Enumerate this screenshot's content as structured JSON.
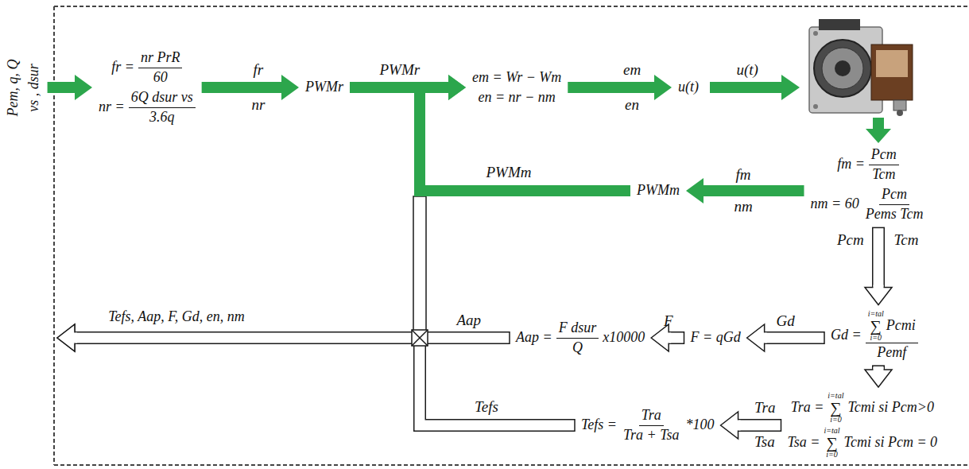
{
  "diagram": {
    "nodes": [
      {
        "text": [
          "Pem, q, Q",
          "vs , dsur"
        ]
      },
      {
        "text": [
          "fr =",
          "nr PrR",
          "60",
          "nr =",
          "6Q dsur vs",
          "3.6q"
        ]
      },
      {
        "text": [
          "PWMr"
        ]
      },
      {
        "text": [
          "em = Wr − Wm",
          "en = nr − nm"
        ]
      },
      {
        "text": [
          "u(t)"
        ]
      },
      {
        "text": [
          "fm =",
          "Pcm",
          "Tcm",
          "nm = 60",
          "Pcm",
          "Pems Tcm"
        ]
      },
      {
        "text": [
          "PWMm"
        ]
      },
      {
        "text": [
          "Gd =",
          "i=tal",
          "∑",
          "i=0",
          "Pcmi",
          "Pemf"
        ]
      },
      {
        "text": [
          "F = qGd"
        ]
      },
      {
        "text": [
          "Aap =",
          "F dsur",
          "Q",
          "x10000"
        ]
      },
      {
        "text": [
          "Tra =",
          "i=tal",
          "∑",
          "i=0",
          "Tcmi si Pcm>0",
          "Tsa =",
          "i=tal",
          "∑",
          "i=0",
          "Tcmi si Pcm = 0"
        ]
      },
      {
        "text": [
          "Tefs =",
          "Tra",
          "Tra + Tsa",
          "*100"
        ]
      },
      {
        "text": [
          "Tefs, Aap, F, Gd, en, nm"
        ]
      }
    ],
    "edges": [
      {
        "from": 0,
        "to": 1,
        "arrow": "to"
      },
      {
        "from": 1,
        "to": 2,
        "label": "fr",
        "arrow": "to"
      },
      {
        "from": 2,
        "to": 3,
        "label": "PWMr",
        "arrow": "to"
      },
      {
        "from": 3,
        "to": 4,
        "label": "em",
        "arrow": "to"
      },
      {
        "from": 5,
        "to": 6,
        "label": "fm",
        "arrow": "to"
      },
      {
        "from": 6,
        "to": 3,
        "label": "PWMm",
        "arrow": "to"
      },
      {
        "from": 5,
        "to": 7,
        "label": "Pcm",
        "arrow": "to"
      },
      {
        "from": 7,
        "to": 8,
        "label": "Gd",
        "arrow": "to"
      },
      {
        "from": 8,
        "to": 9,
        "label": "F",
        "arrow": "to"
      },
      {
        "from": 9,
        "to": 12,
        "label": "Aap",
        "arrow": "to"
      },
      {
        "from": 7,
        "to": 10,
        "arrow": "to"
      },
      {
        "from": 10,
        "to": 11,
        "label": "Tra",
        "arrow": "to"
      },
      {
        "from": 11,
        "to": 12,
        "label": "Tefs",
        "arrow": "to"
      }
    ],
    "labels": [
      "nr",
      "en",
      "u(t)",
      "nm",
      "Tcm",
      "Tsa"
    ]
  }
}
